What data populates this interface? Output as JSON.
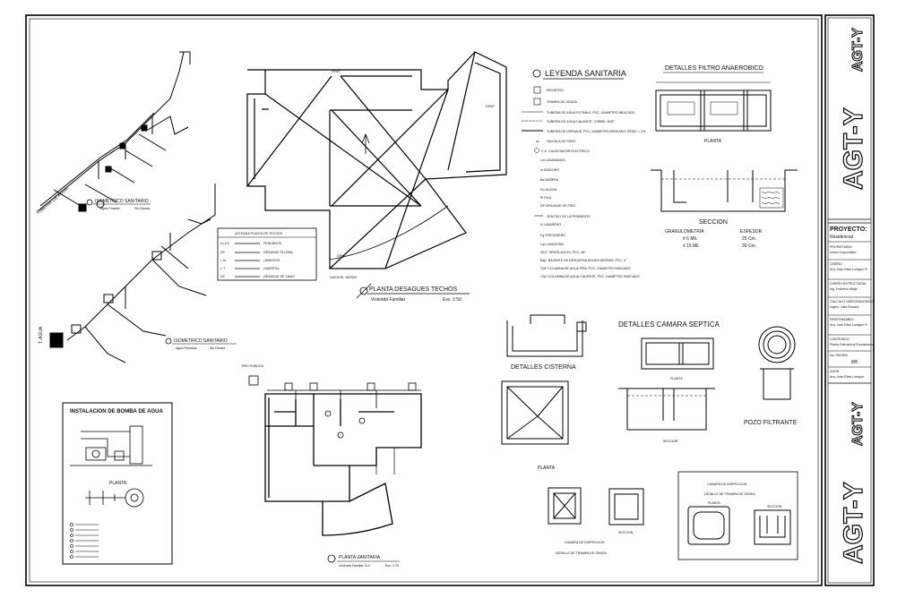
{
  "drawing": {
    "isometric_1": {
      "title": "ISOMETRICO SANITARIO",
      "sub1": "Agua Potable",
      "sub2": "Sin Escala"
    },
    "isometric_2": {
      "title": "ISOMETRICO SANITARIO",
      "sub1": "Agua Residual",
      "sub2": "Sin Escala"
    },
    "pump": {
      "title": "INSTALACION DE BOMBA DE AGUA",
      "plan": "PLANTA"
    },
    "roof_drain": {
      "title": "PLANTA DESAGUES TECHOS",
      "sub": "Vivienda Familiar",
      "scale": "Esc. 1:50"
    },
    "roof_legend": {
      "title": "LEYENDA PLANTA DE TECHOS",
      "rows": [
        {
          "sym": "S=1%",
          "text": "PENDIENTE"
        },
        {
          "sym": "DP",
          "text": "DESAGUE PLUVIAL"
        },
        {
          "sym": "L.N.",
          "text": "LIMAHOYA"
        },
        {
          "sym": "L.T.",
          "text": "LIMATESA"
        },
        {
          "sym": "DC",
          "text": "DESAGUE DE CANO"
        }
      ]
    },
    "sanitary_legend": {
      "title": "LEYENDA SANITARIA",
      "items": [
        "REGISTRO",
        "TRAMPA DE GRASA",
        "TUBERIA DE AGUA POTABLE, PVC, DIAMETRO INDICADO",
        "TUBERIA DE AGUA CALIENTE, COBRE, 40/5\"",
        "TUBERIA DE DRENAJE, PVC, DIAMETRO INDICADO, PEND. = 2%",
        "VALVULA DE PASO",
        "C.E.  CALENTADOR ELECTRICO",
        "Lm  LAVAMANOS",
        "In  INODORO",
        "Ba  BAÑERA",
        "Du  DUCHA",
        "Pi  PILA",
        "DP  DESAGUE DE PISO",
        "SENTIDO DE LA PENDIENTE",
        "Lt  LAVADERO",
        "Fg  FREGADERO",
        "Lav  LAVADORA",
        "VEC° VENTILACION, PVC, 45°",
        "Bap° BAJANTE DE DESCARGA AGUAS NEGRAS, PVC, 4\"",
        "CAF COLUMNA DE AGUA FRIA, PVC, DIAMETRO INDICADO",
        "CAC COLUMNA DE AGUA CALIENTE, PVC, DIAMETRO INDICADO"
      ]
    },
    "anaerobic_filter": {
      "title": "DETALLES FILTRO ANAEROBICO",
      "plan": "PLANTA",
      "section": "SECCION",
      "gran_label": "GRANULOMETRIA",
      "esp_label": "ESPESOR",
      "g1": "# 6 Mil.",
      "g2": "# 15 Mil.",
      "e1": "25 Cm.",
      "e2": "30 Cm."
    },
    "septic": {
      "title": "DETALLES CAMARA SEPTICA",
      "plan": "PLANTA",
      "section": "SECCION"
    },
    "cistern": {
      "title": "DETALLES CISTERNA",
      "plan": "PLANTA"
    },
    "filter_well": {
      "title": "POZO FILTRANTE"
    },
    "sanitary_plan": {
      "title": "PLANTA SANITARIA",
      "sub": "Vivienda Familiar CLV",
      "scale": "Esc. 1:75"
    },
    "inspection_chamber": {
      "title": "CAMARA DE INSPECCION",
      "sub": "DETALLE DE TRAMPA DE GRASA",
      "section": "SECCION"
    },
    "grease_trap": {
      "title": "CAMARA DE INSPECCION",
      "sub": "DETALLE DE TRAMPA DE GRASA",
      "plan": "PLANTA",
      "section": "SECCION"
    }
  },
  "title_block": {
    "logo_text": "AGT-Y",
    "project_label": "PROYECTO:",
    "project_value": "Residencial",
    "owner_label": "PROPIETARIO:",
    "owner_value": "Invest Corporation",
    "design_label": "DISEÑO",
    "design_value": "Arq. José Elias Lorrigue R.",
    "structural_label": "DISEÑO ESTRUCTURAL",
    "structural_value": "Ing. Federico Mejia",
    "calc_label": "CALCULO HIDROSANITARIO",
    "calc_value": "Ingtec. Julio Rosado",
    "resp_label": "RESPONSABLE:",
    "resp_value": "Arq. José Elias Lorrigue R.",
    "content_label": "CONTENIDO:",
    "content_value": "Planta Estructural Fundaciones",
    "sheet_label": "No. PAGINA",
    "sheet_value": "8/8",
    "advisor_label": "ASOR:",
    "advisor_value": "Arq. José Elias Lorrigue"
  }
}
